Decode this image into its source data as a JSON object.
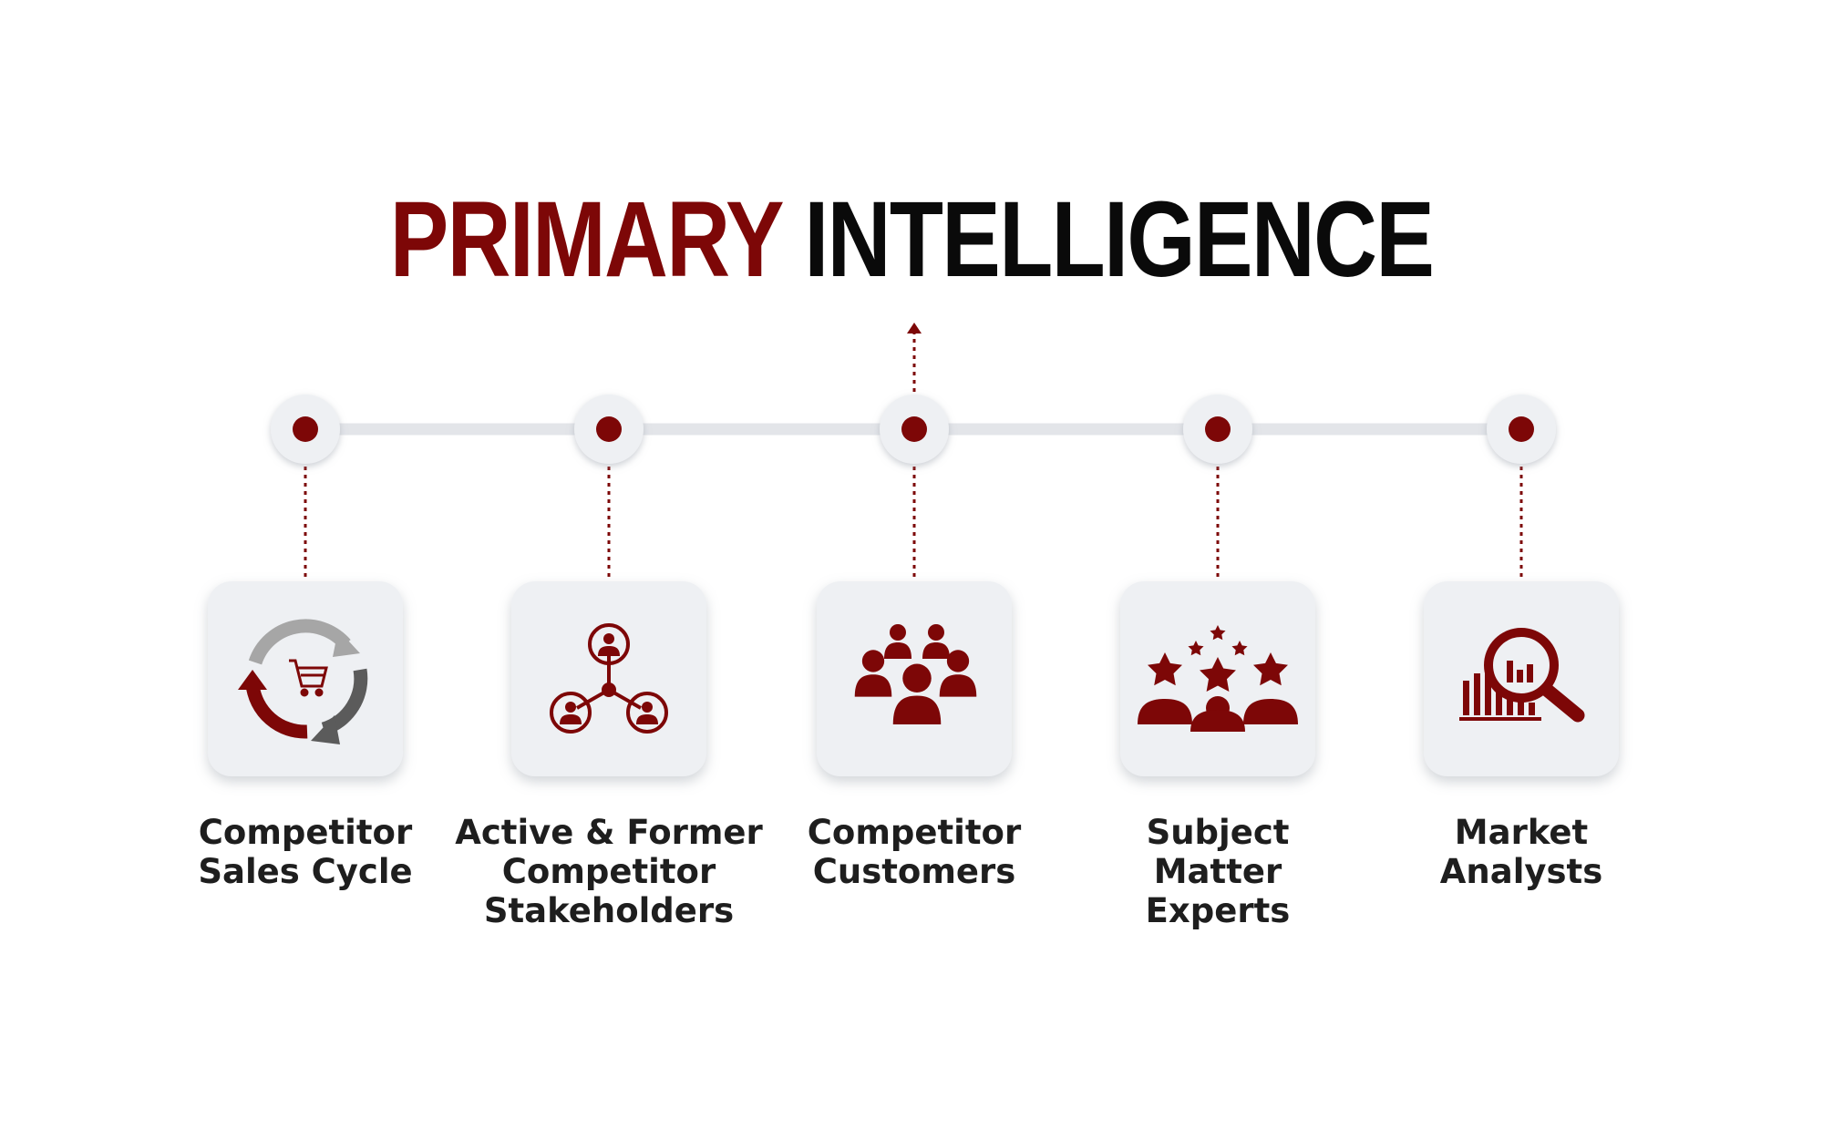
{
  "title": {
    "word1": "PRIMARY",
    "word2": "INTELLIGENCE"
  },
  "colors": {
    "accent": "#7d0707",
    "dark_gray": "#5b5b5b",
    "light_gray": "#a6a6a6",
    "card": "#eef0f3",
    "line": "#e4e6ea"
  },
  "items": [
    {
      "line1": "Competitor",
      "line2": "Sales Cycle",
      "line3": "",
      "icon": "sales-cycle-icon"
    },
    {
      "line1": "Active & Former",
      "line2": "Competitor",
      "line3": "Stakeholders",
      "icon": "stakeholders-network-icon"
    },
    {
      "line1": "Competitor",
      "line2": "Customers",
      "line3": "",
      "icon": "customers-group-icon"
    },
    {
      "line1": "Subject",
      "line2": "Matter",
      "line3": "Experts",
      "icon": "experts-stars-icon"
    },
    {
      "line1": "Market",
      "line2": "Analysts",
      "line3": "",
      "icon": "market-analysis-icon"
    }
  ]
}
